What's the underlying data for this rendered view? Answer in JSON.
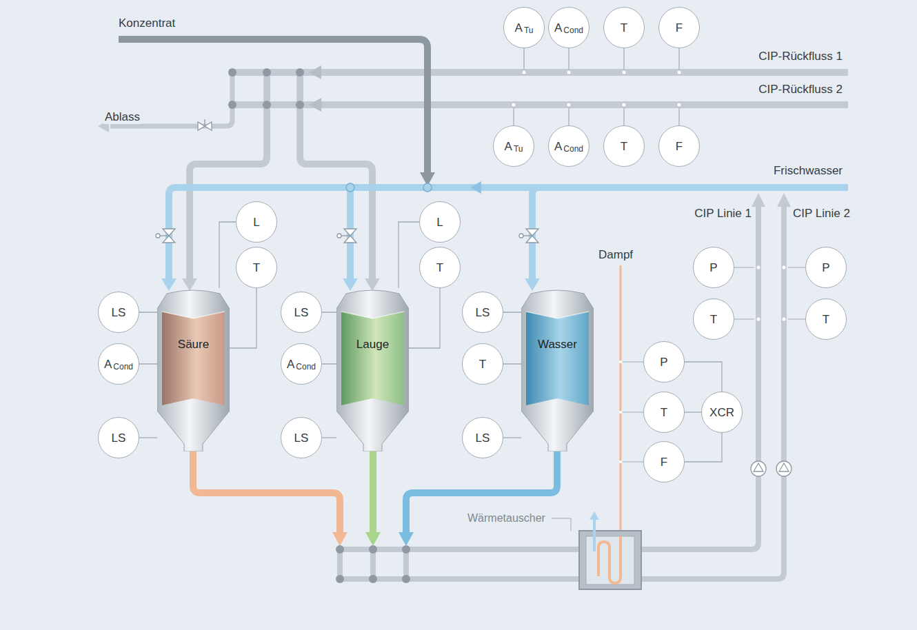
{
  "diagram": {
    "nodes": [
      {
        "text": [
          "A",
          "Tu"
        ]
      },
      {
        "text": [
          "A",
          "Cond"
        ]
      },
      {
        "text": [
          "T"
        ]
      },
      {
        "text": [
          "F"
        ]
      },
      {
        "text": [
          "A",
          "Tu"
        ]
      },
      {
        "text": [
          "A",
          "Cond"
        ]
      },
      {
        "text": [
          "T"
        ]
      },
      {
        "text": [
          "F"
        ]
      },
      {
        "text": [
          "L"
        ]
      },
      {
        "text": [
          "L"
        ]
      },
      {
        "text": [
          "T"
        ]
      },
      {
        "text": [
          "T"
        ]
      },
      {
        "text": [
          "P"
        ]
      },
      {
        "text": [
          "P"
        ]
      },
      {
        "text": [
          "Säure"
        ]
      },
      {
        "text": [
          "Lauge"
        ]
      },
      {
        "text": [
          "Wasser"
        ]
      },
      {
        "text": [
          "LS"
        ]
      },
      {
        "text": [
          "LS"
        ]
      },
      {
        "text": [
          "LS"
        ]
      },
      {
        "text": [
          "T"
        ]
      },
      {
        "text": [
          "T"
        ]
      },
      {
        "text": [
          "A",
          "Cond"
        ]
      },
      {
        "text": [
          "A",
          "Cond"
        ]
      },
      {
        "text": [
          "T"
        ]
      },
      {
        "text": [
          "P"
        ]
      },
      {
        "text": [
          "T"
        ]
      },
      {
        "text": [
          "XCR"
        ]
      },
      {
        "text": [
          "F"
        ]
      },
      {
        "text": [
          "LS"
        ]
      },
      {
        "text": [
          "LS"
        ]
      },
      {
        "text": [
          "LS"
        ]
      }
    ],
    "edges": [
      {
        "from": 8,
        "to": 14,
        "arrow": "none"
      },
      {
        "from": 10,
        "to": 14,
        "arrow": "none"
      },
      {
        "from": 17,
        "to": 14,
        "arrow": "none"
      },
      {
        "from": 22,
        "to": 14,
        "arrow": "none"
      },
      {
        "from": 29,
        "to": 14,
        "arrow": "none"
      },
      {
        "from": 9,
        "to": 15,
        "arrow": "none"
      },
      {
        "from": 11,
        "to": 15,
        "arrow": "none"
      },
      {
        "from": 18,
        "to": 15,
        "arrow": "none"
      },
      {
        "from": 23,
        "to": 15,
        "arrow": "none"
      },
      {
        "from": 30,
        "to": 15,
        "arrow": "none"
      },
      {
        "from": 19,
        "to": 16,
        "arrow": "none"
      },
      {
        "from": 24,
        "to": 16,
        "arrow": "none"
      },
      {
        "from": 31,
        "to": 16,
        "arrow": "none"
      },
      {
        "from": 25,
        "to": 27,
        "arrow": "none"
      },
      {
        "from": 26,
        "to": 27,
        "arrow": "none"
      },
      {
        "from": 28,
        "to": 27,
        "arrow": "none"
      }
    ],
    "labels": [
      "Konzentrat",
      "CIP-Rückfluss 1",
      "CIP-Rückfluss 2",
      "Ablass",
      "Frischwasser",
      "CIP Linie 1",
      "CIP Linie 2",
      "Dampf",
      "Wärmetauscher"
    ]
  }
}
